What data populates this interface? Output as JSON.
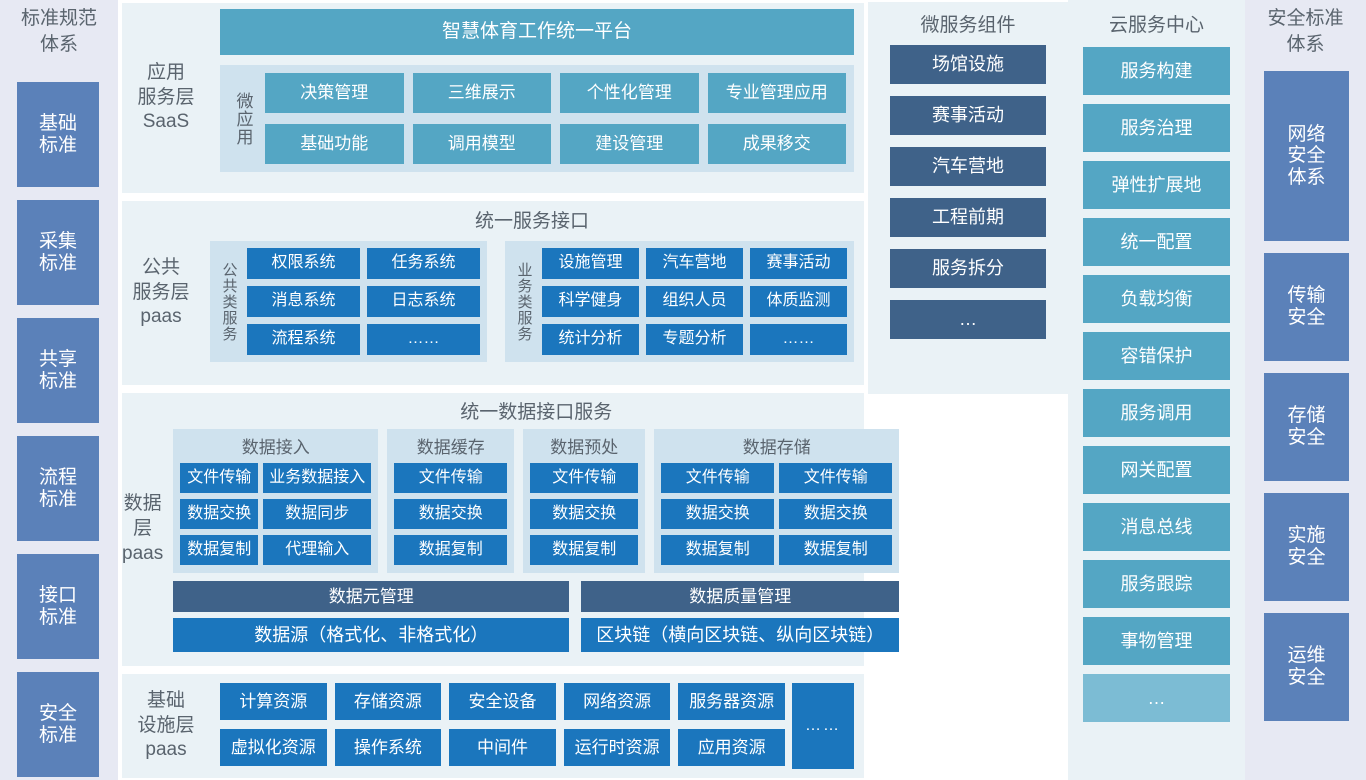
{
  "standards_column": {
    "title": "标准规范\n体系",
    "title_line1": "标准规范",
    "title_line2": "体系",
    "items": [
      {
        "line1": "基础",
        "line2": "标准"
      },
      {
        "line1": "采集",
        "line2": "标准"
      },
      {
        "line1": "共享",
        "line2": "标准"
      },
      {
        "line1": "流程",
        "line2": "标准"
      },
      {
        "line1": "接口",
        "line2": "标准"
      },
      {
        "line1": "安全",
        "line2": "标准"
      }
    ]
  },
  "application_layer": {
    "label_line1": "应用",
    "label_line2": "服务层",
    "label_line3": "SaaS",
    "banner": "智慧体育工作统一平台",
    "group_label": "微应用",
    "apps": [
      "决策管理",
      "三维展示",
      "个性化管理",
      "专业管理应用",
      "基础功能",
      "调用模型",
      "建设管理",
      "成果移交"
    ]
  },
  "public_service_layer": {
    "label_line1": "公共",
    "label_line2": "服务层",
    "label_line3": "paas",
    "banner": "统一服务接口",
    "groups": [
      {
        "vertical_label": "公共类服务",
        "items": [
          "权限系统",
          "任务系统",
          "消息系统",
          "日志系统",
          "流程系统",
          "……"
        ]
      },
      {
        "vertical_label": "业务类服务",
        "items": [
          "设施管理",
          "汽车营地",
          "赛事活动",
          "科学健身",
          "组织人员",
          "体质监测",
          "统计分析",
          "专题分析",
          "……"
        ]
      }
    ]
  },
  "data_layer": {
    "label_line1": "数据层",
    "label_line2": "paas",
    "banner": "统一数据接口服务",
    "groups": [
      {
        "header": "数据接入",
        "items": [
          "文件传输",
          "业务数据接入",
          "数据交换",
          "数据同步",
          "数据复制",
          "代理输入"
        ]
      },
      {
        "header": "数据缓存",
        "items": [
          "文件传输",
          "数据交换",
          "数据复制"
        ]
      },
      {
        "header": "数据预处",
        "items": [
          "文件传输",
          "数据交换",
          "数据复制"
        ]
      },
      {
        "header": "数据存储",
        "items": [
          "文件传输",
          "文件传输",
          "数据交换",
          "数据交换",
          "数据复制",
          "数据复制"
        ]
      }
    ],
    "management_row": [
      "数据元管理",
      "数据质量管理"
    ],
    "source_row": [
      "数据源（格式化、非格式化）",
      "区块链（横向区块链、纵向区块链）"
    ]
  },
  "infrastructure_layer": {
    "label_line1": "基础",
    "label_line2": "设施层",
    "label_line3": "paas",
    "items": [
      "计算资源",
      "存储资源",
      "安全设备",
      "网络资源",
      "服务器资源",
      "虚拟化资源",
      "操作系统",
      "中间件",
      "运行时资源",
      "应用资源"
    ],
    "more": "……"
  },
  "microservice_column": {
    "title": "微服务组件",
    "items": [
      "场馆设施",
      "赛事活动",
      "汽车营地",
      "工程前期",
      "服务拆分",
      "…"
    ]
  },
  "cloud_column": {
    "title": "云服务中心",
    "items": [
      "服务构建",
      "服务治理",
      "弹性扩展地",
      "统一配置",
      "负载均衡",
      "容错保护",
      "服务调用",
      "网关配置",
      "消息总线",
      "服务跟踪",
      "事物管理",
      "…"
    ]
  },
  "security_column": {
    "title_line1": "安全标准",
    "title_line2": "体系",
    "items": [
      {
        "line1": "网络",
        "line2": "安全",
        "line3": "体系"
      },
      {
        "line1": "传输",
        "line2": "安全",
        "line3": ""
      },
      {
        "line1": "存储",
        "line2": "安全",
        "line3": ""
      },
      {
        "line1": "实施",
        "line2": "安全",
        "line3": ""
      },
      {
        "line1": "运维",
        "line2": "安全",
        "line3": ""
      }
    ]
  },
  "colors": {
    "teal": "#54a6c4",
    "blue": "#1b76bd",
    "slate": "#3f6289",
    "periwinkle": "#5b81b9",
    "panel_bg": "#eaf2f6",
    "subpanel_bg": "#cfe2ee",
    "sidebar_bg": "#e7e9f3",
    "text_muted": "#5a646e"
  }
}
